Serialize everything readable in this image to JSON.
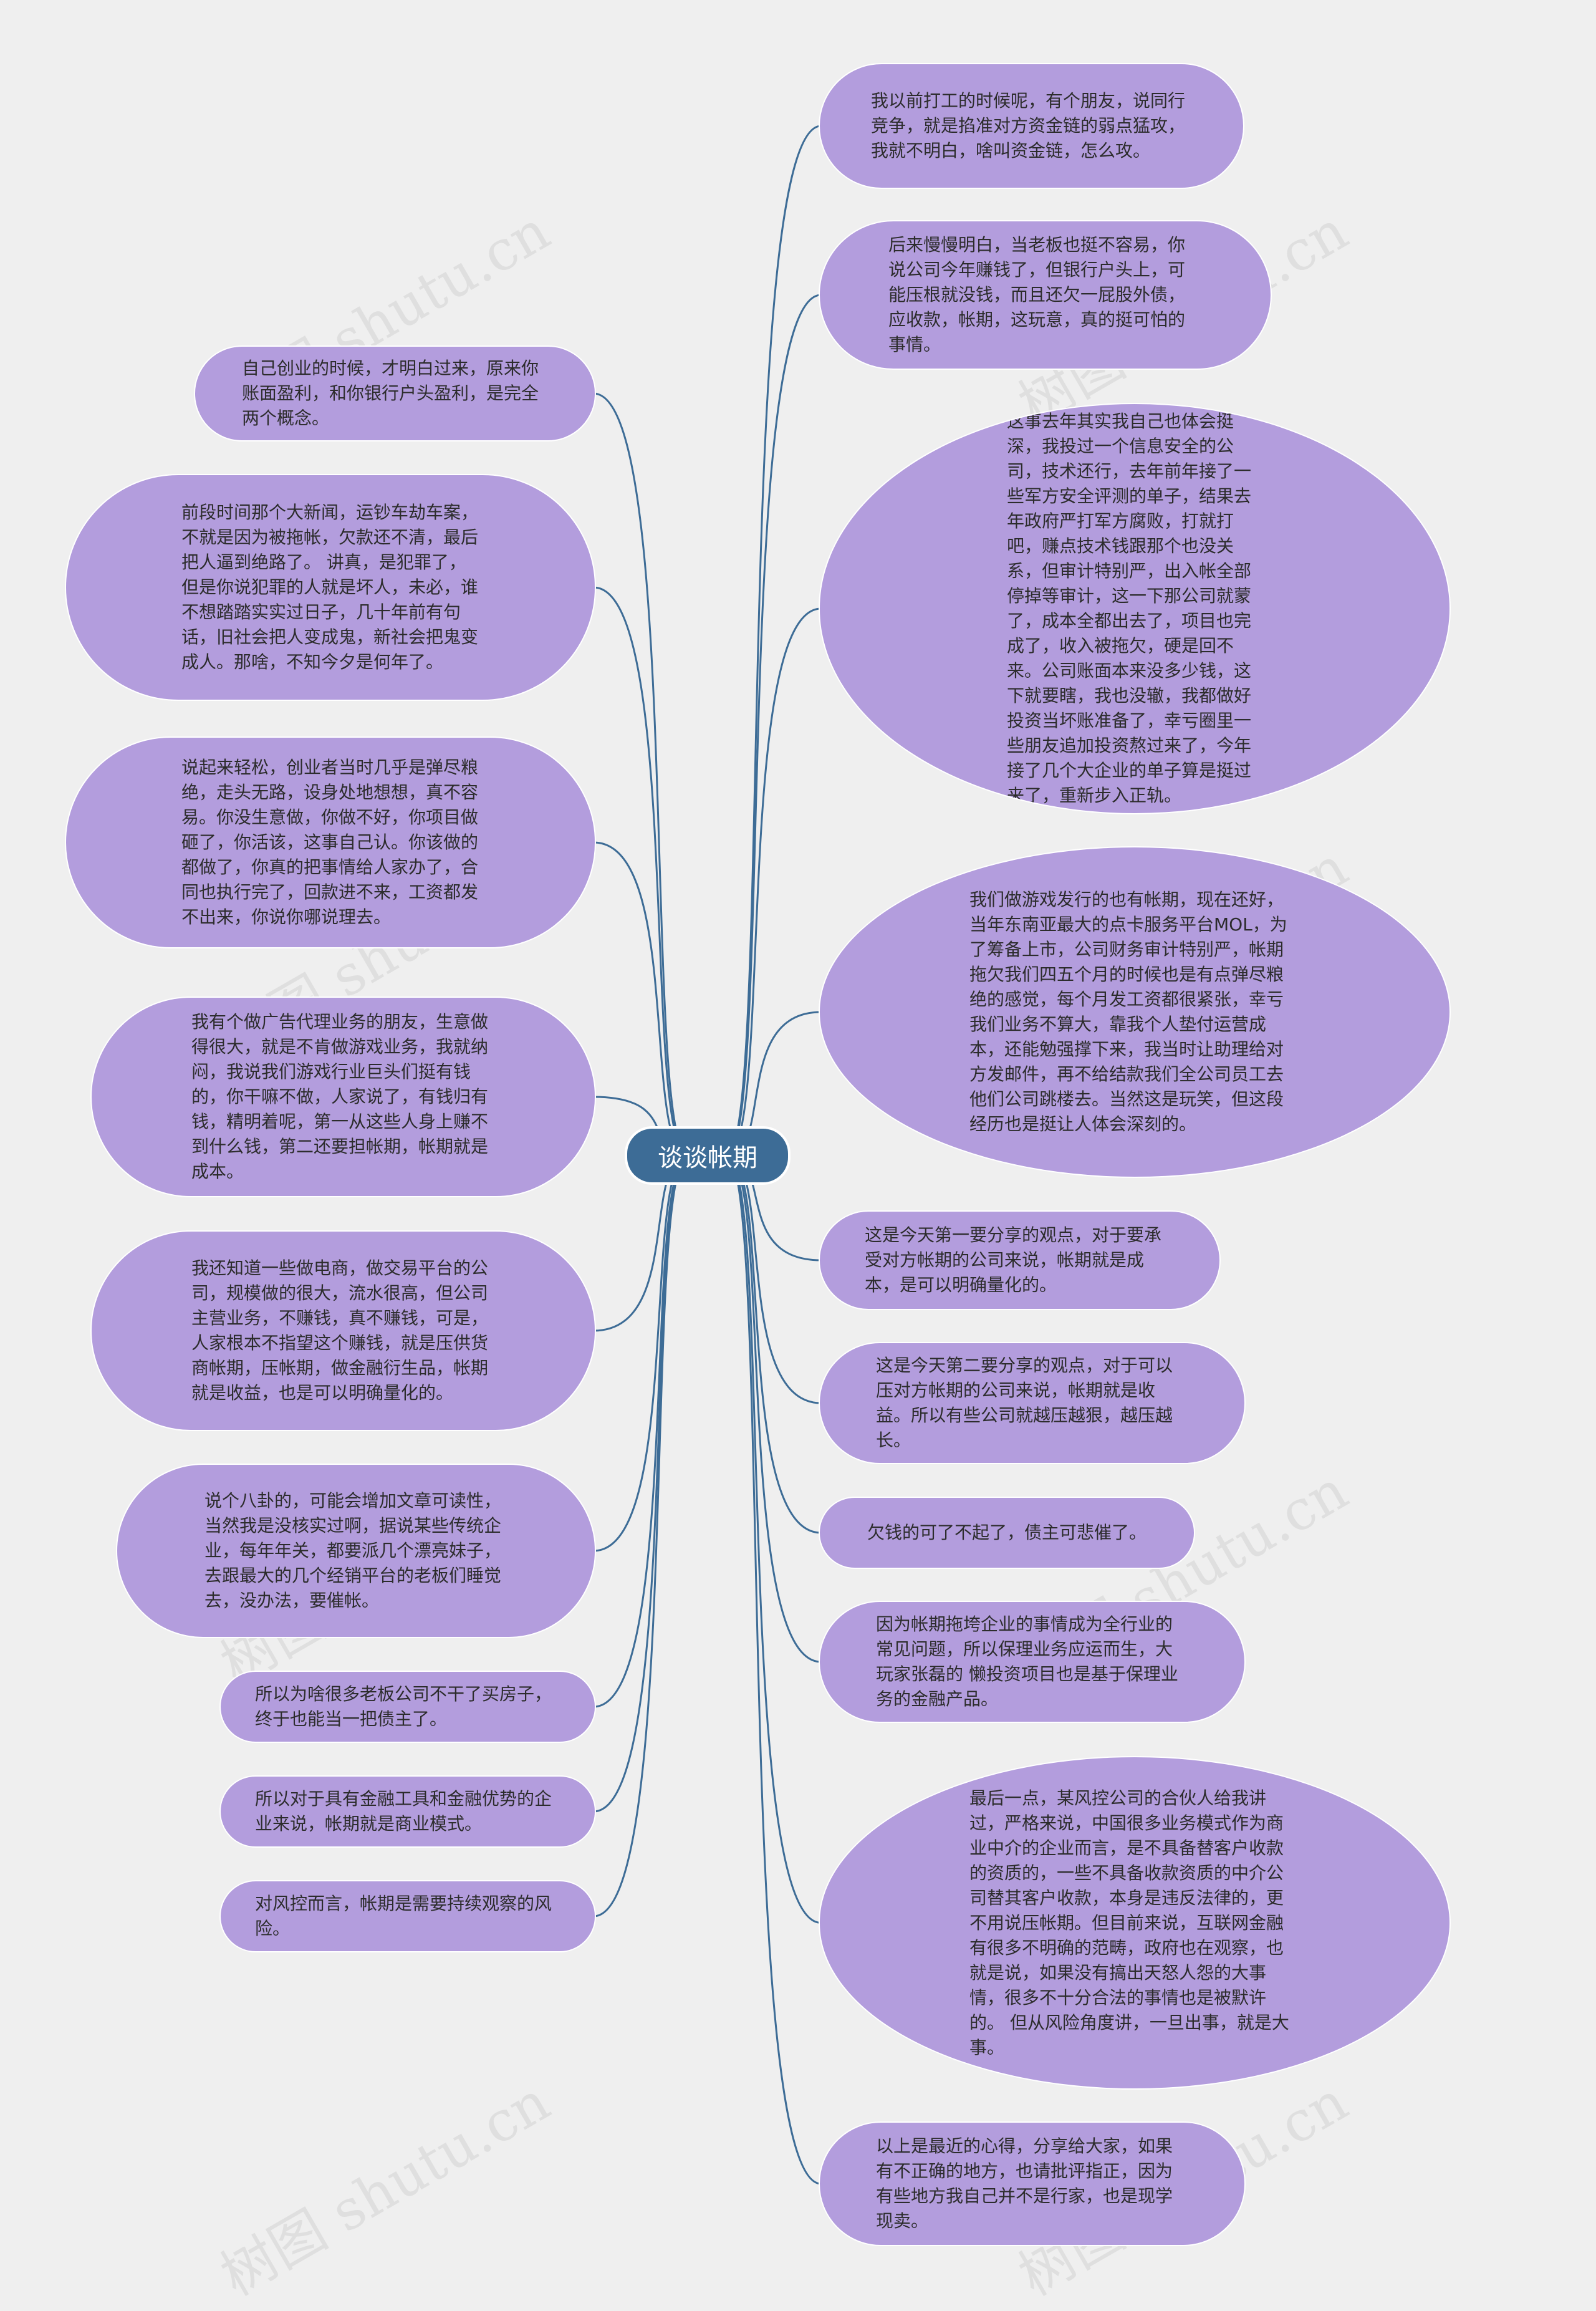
{
  "center": {
    "label": "谈谈帐期"
  },
  "link_color": "#3d6c96",
  "node_color": "#b39ddd",
  "watermark": "树图 shutu.cn",
  "left_nodes": [
    {
      "text": "自己创业的时候，才明白过来，原来你账面盈利，和你银行户头盈利，是完全两个概念。"
    },
    {
      "text": "前段时间那个大新闻，运钞车劫车案，不就是因为被拖帐，欠款还不清，最后把人逼到绝路了。 讲真，是犯罪了，但是你说犯罪的人就是坏人，未必，谁不想踏踏实实过日子，几十年前有句话，旧社会把人变成鬼，新社会把鬼变成人。那啥，不知今夕是何年了。"
    },
    {
      "text": "说起来轻松，创业者当时几乎是弹尽粮绝，走头无路，设身处地想想，真不容易。你没生意做，你做不好，你项目做砸了，你活该，这事自己认。你该做的都做了，你真的把事情给人家办了，合同也执行完了，回款进不来，工资都发不出来，你说你哪说理去。"
    },
    {
      "text": "我有个做广告代理业务的朋友，生意做得很大，就是不肯做游戏业务，我就纳闷，我说我们游戏行业巨头们挺有钱的，你干嘛不做，人家说了，有钱归有钱，精明着呢，第一从这些人身上赚不到什么钱，第二还要担帐期，帐期就是成本。"
    },
    {
      "text": "我还知道一些做电商，做交易平台的公司，规模做的很大，流水很高，但公司主营业务，不赚钱，真不赚钱，可是，人家根本不指望这个赚钱，就是压供货商帐期，压帐期，做金融衍生品，帐期就是收益，也是可以明确量化的。"
    },
    {
      "text": "说个八卦的，可能会增加文章可读性，当然我是没核实过啊，据说某些传统企业，每年年关，都要派几个漂亮妹子，去跟最大的几个经销平台的老板们睡觉去，没办法，要催帐。"
    },
    {
      "text": "所以为啥很多老板公司不干了买房子，终于也能当一把债主了。"
    },
    {
      "text": "所以对于具有金融工具和金融优势的企业来说，帐期就是商业模式。"
    },
    {
      "text": "对风控而言，帐期是需要持续观察的风险。"
    }
  ],
  "right_nodes": [
    {
      "text": "我以前打工的时候呢，有个朋友，说同行竞争，就是掐准对方资金链的弱点猛攻，我就不明白，啥叫资金链，怎么攻。"
    },
    {
      "text": "后来慢慢明白，当老板也挺不容易，你说公司今年赚钱了，但银行户头上，可能压根就没钱，而且还欠一屁股外债，应收款，帐期，这玩意，真的挺可怕的事情。"
    },
    {
      "text": "这事去年其实我自己也体会挺深，我投过一个信息安全的公司，技术还行，去年前年接了一些军方安全评测的单子，结果去年政府严打军方腐败，打就打吧，赚点技术钱跟那个也没关系，但审计特别严，出入帐全部停掉等审计，这一下那公司就蒙了，成本全都出去了，项目也完成了，收入被拖欠，硬是回不来。公司账面本来没多少钱，这下就要瞎，我也没辙，我都做好投资当坏账准备了，幸亏圈里一些朋友追加投资熬过来了，今年接了几个大企业的单子算是挺过来了，重新步入正轨。"
    },
    {
      "text": "我们做游戏发行的也有帐期，现在还好，当年东南亚最大的点卡服务平台MOL，为了筹备上市，公司财务审计特别严，帐期拖欠我们四五个月的时候也是有点弹尽粮绝的感觉，每个月发工资都很紧张，幸亏我们业务不算大，靠我个人垫付运营成本，还能勉强撑下来，我当时让助理给对方发邮件，再不给结款我们全公司员工去他们公司跳楼去。当然这是玩笑，但这段经历也是挺让人体会深刻的。"
    },
    {
      "text": "这是今天第一要分享的观点，对于要承受对方帐期的公司来说，帐期就是成本，是可以明确量化的。"
    },
    {
      "text": "这是今天第二要分享的观点，对于可以压对方帐期的公司来说，帐期就是收益。所以有些公司就越压越狠，越压越长。"
    },
    {
      "text": "欠钱的可了不起了，债主可悲催了。"
    },
    {
      "text": "因为帐期拖垮企业的事情成为全行业的常见问题，所以保理业务应运而生，大玩家张磊的 懒投资项目也是基于保理业务的金融产品。"
    },
    {
      "text": "最后一点，某风控公司的合伙人给我讲过，严格来说，中国很多业务模式作为商业中介的企业而言，是不具备替客户收款的资质的，一些不具备收款资质的中介公司替其客户收款，本身是违反法律的，更不用说压帐期。但目前来说，互联网金融有很多不明确的范畴，政府也在观察，也就是说，如果没有搞出天怒人怨的大事情，很多不十分合法的事情也是被默许的。 但从风险角度讲，一旦出事，就是大事。"
    },
    {
      "text": "以上是最近的心得，分享给大家，如果有不正确的地方，也请批评指正，因为有些地方我自己并不是行家，也是现学现卖。"
    }
  ]
}
